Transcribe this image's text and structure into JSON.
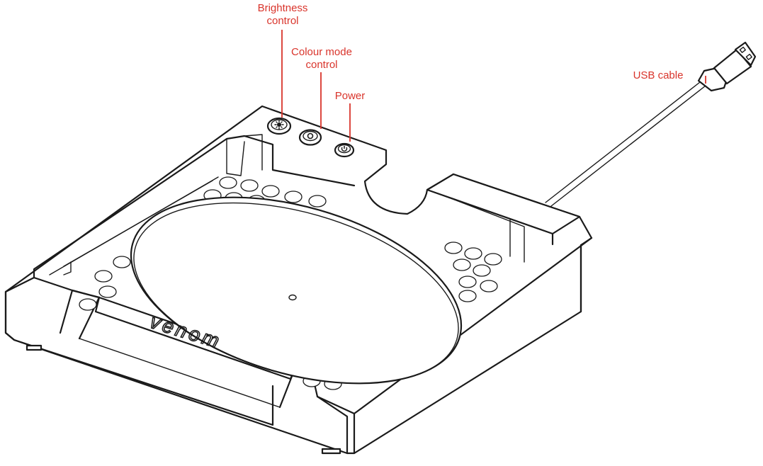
{
  "colors": {
    "callout": "#d9342b",
    "ink": "#1a1a1a",
    "background": "#ffffff"
  },
  "callouts": {
    "brightness": {
      "line1": "Brightness",
      "line2": "control"
    },
    "colour_mode": {
      "line1": "Colour mode",
      "line2": "control"
    },
    "power": {
      "label": "Power"
    },
    "usb": {
      "label": "USB cable"
    }
  },
  "brand": {
    "logo_text": "venom"
  },
  "icons": {
    "brightness_button": "brightness-sun-icon",
    "colour_button": "colour-mode-icon",
    "power_button": "power-icon",
    "usb_plug": "usb-plug-icon"
  }
}
